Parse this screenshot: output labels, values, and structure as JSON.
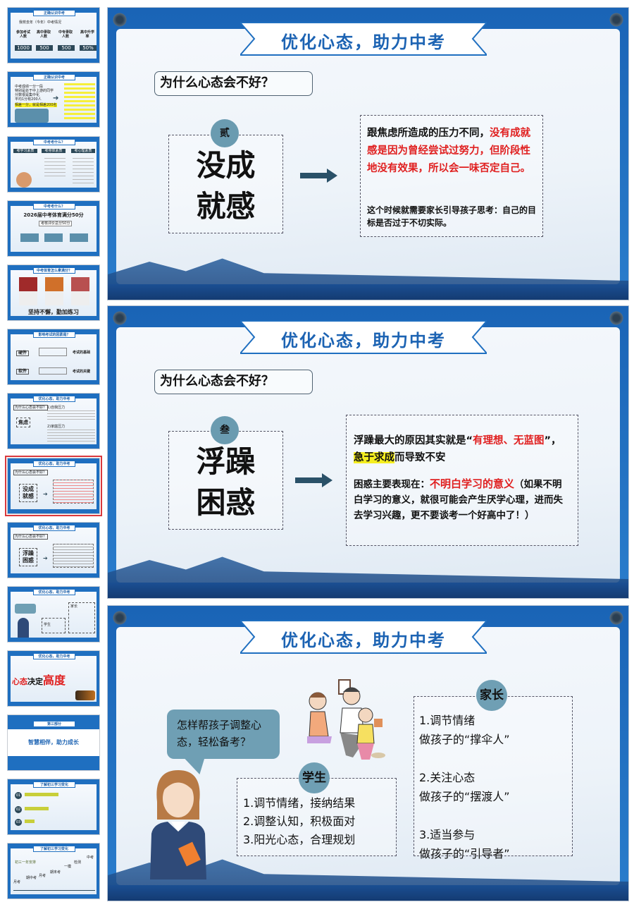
{
  "thumbnails": [
    {
      "title": "正确认识中考",
      "subtitle": "我校去年（今年）中考情况",
      "stats": [
        {
          "label": "参加考试人数",
          "value": "1000"
        },
        {
          "label": "高中录取人数",
          "value": "500"
        },
        {
          "label": "中专录取人数",
          "value": "500"
        },
        {
          "label": "高中升学率",
          "value": "50%"
        }
      ]
    },
    {
      "title": "正确认识中考",
      "lines": [
        "中考成绩一分一段",
        "特别是处于中上游的同学",
        "分数很是集中化",
        "平均1分有200人",
        "相差一分，就是相差200名"
      ]
    },
    {
      "title": "中考考什么？",
      "items": [
        "考学习素质",
        "考身体素质",
        "考心理素质"
      ]
    },
    {
      "title": "中考考什么？",
      "headline": "2026届中考体育满分50分",
      "sub": "考核评价总分50分"
    },
    {
      "title": "中考体育怎么拿满分？",
      "headline": "坚持不懈，勤加练习"
    },
    {
      "title": "影响考试的因素是？",
      "items": [
        "硬件",
        "软件"
      ],
      "results": [
        "考试的基础",
        "考试的关键"
      ]
    },
    {
      "title": "优化心态，助力中考",
      "question": "为什么心态会不好？",
      "word": "焦虑",
      "points": [
        "1)自我压力",
        "2)家庭压力"
      ]
    },
    {
      "title": "优化心态，助力中考",
      "question": "为什么心态会不好？",
      "word": "没成就感"
    },
    {
      "title": "优化心态，助力中考",
      "question": "为什么心态会不好？",
      "word": "浮躁困惑"
    },
    {
      "title": "优化心态，助力中考",
      "tags": [
        "学生",
        "家长"
      ]
    },
    {
      "title": "优化心态，助力中考",
      "headline_a": "心态",
      "headline_b": "决定",
      "headline_c": "高度"
    },
    {
      "title": "第三部分",
      "headline": "智慧相伴，助力成长"
    },
    {
      "title": "了解初三学习变化",
      "items": [
        "01",
        "02",
        "03"
      ]
    },
    {
      "title": "了解初三学习变化",
      "sub": "初三一年安排",
      "items": [
        "月考",
        "期中考",
        "月考",
        "期末考",
        "一模",
        "检测",
        "中考"
      ]
    }
  ],
  "slides": [
    {
      "banner": "优化心态，助力中考",
      "question": "为什么心态会不好？",
      "badge": "贰",
      "word_line1": "没成",
      "word_line2": "就感",
      "para1_black": "跟焦虑所造成的压力不同，",
      "para1_red": "没有成就感是因为曾经尝试过努力，但阶段性地没有效果，所以会一味否定自己。",
      "para2": "这个时候就需要家长引导孩子思考：自己的目标是否过于不切实际。"
    },
    {
      "banner": "优化心态，助力中考",
      "question": "为什么心态会不好？",
      "badge": "叁",
      "word_line1": "浮躁",
      "word_line2": "困惑",
      "p1_a": "浮躁最大的原因其实就是“",
      "p1_red": "有理想、无蓝图",
      "p1_b": "”，",
      "p1_hl": "急于求成",
      "p1_c": "而导致不安",
      "p2_a": "困惑主要表现在：",
      "p2_red": "不明白学习的意义",
      "p2_b": "（如果不明白学习的意义，就很可能会产生厌学心理，进而失去学习兴趣，更不要谈考一个好高中了！）"
    },
    {
      "banner": "优化心态，助力中考",
      "bubble": "怎样帮孩子调整心态，轻松备考？",
      "student_tag": "学生",
      "student_items": [
        "1.调节情绪，接纳结果",
        "2.调整认知，积极面对",
        "3.阳光心态，合理规划"
      ],
      "parent_tag": "家长",
      "parent_items": [
        {
          "line1": "1.调节情绪",
          "line2": "做孩子的“撑伞人”"
        },
        {
          "line1": "2.关注心态",
          "line2": "做孩子的“摆渡人”"
        },
        {
          "line1": "3.适当参与",
          "line2": "做孩子的“引导者”"
        }
      ]
    }
  ],
  "colors": {
    "frame": "#1f6fc0",
    "banner_text": "#1c63b3",
    "red": "#e02020",
    "highlight": "#f5ee20",
    "badge": "#6a9bb0",
    "selected": "#d9383c"
  }
}
